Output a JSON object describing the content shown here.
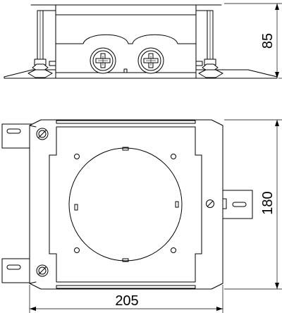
{
  "dimensions": {
    "height": "85",
    "depth": "180",
    "width": "205"
  },
  "icons": {
    "knockout": "screw-knockout-icon",
    "screw": "screw-head-icon"
  },
  "colors": {
    "line": "#000000",
    "background": "#ffffff"
  }
}
